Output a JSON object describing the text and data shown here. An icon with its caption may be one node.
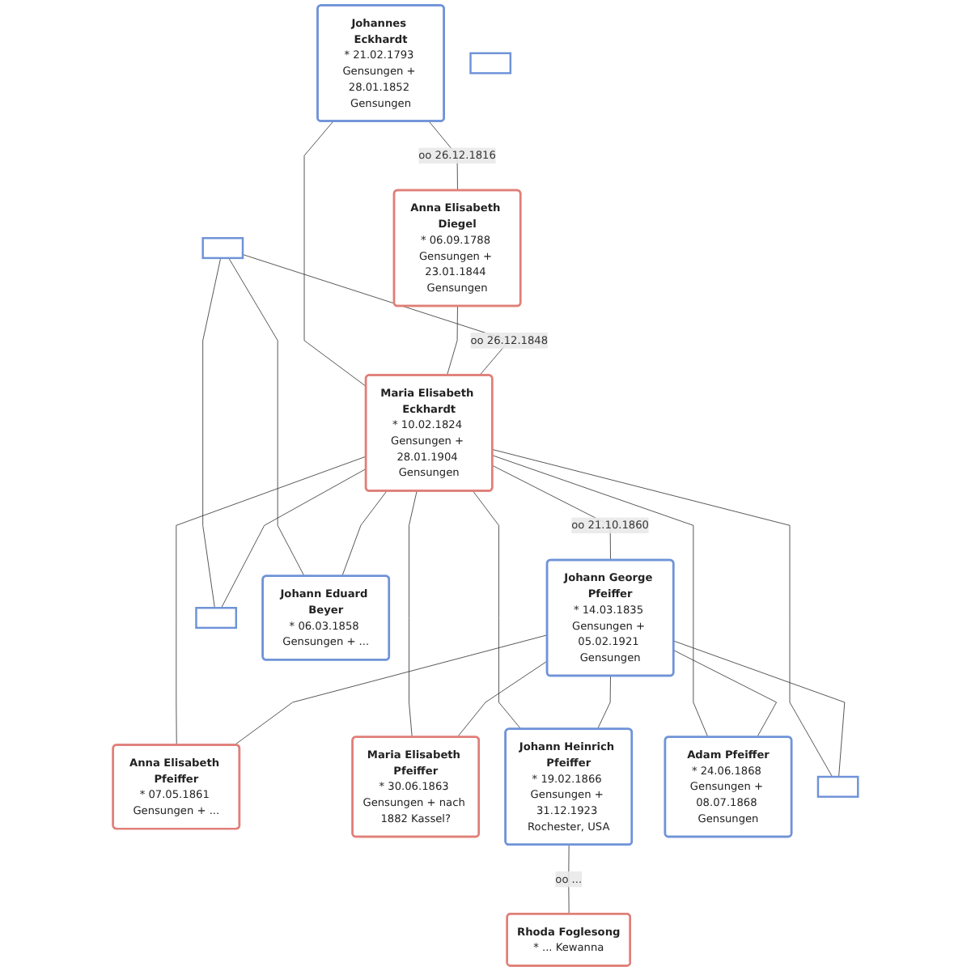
{
  "diagram": {
    "nodes": [
      {
        "text": [
          "Johannes Eckhardt",
          "* 21.02.1793 Gensungen + 28.01.1852 Gensungen"
        ]
      },
      {
        "text": [
          "Anna Elisabeth Diegel",
          "* 06.09.1788 Gensungen + 23.01.1844 Gensungen"
        ]
      },
      {
        "text": [],
        "shape": "box"
      },
      {
        "text": [
          "Maria Elisabeth Eckhardt",
          "* 10.02.1824 Gensungen + 28.01.1904 Gensungen"
        ]
      },
      {
        "text": [
          "Johann George Pfeiffer",
          "* 14.03.1835 Gensungen + 05.02.1921 Gensungen"
        ]
      },
      {
        "text": [],
        "shape": "box"
      },
      {
        "text": [],
        "shape": "box"
      },
      {
        "text": [
          "Johann Eduard Beyer",
          "* 06.03.1858 Gensungen + ..."
        ]
      },
      {
        "text": [
          "Anna Elisabeth Pfeiffer",
          "* 07.05.1861 Gensungen + ..."
        ]
      },
      {
        "text": [
          "Maria Elisabeth Pfeiffer",
          "* 30.06.1863 Gensungen + nach 1882 Kassel?"
        ]
      },
      {
        "text": [
          "Johann Heinrich Pfeiffer",
          "* 19.02.1866 Gensungen + 31.12.1923 Rochester, USA"
        ]
      },
      {
        "text": [
          "Rhoda Foglesong",
          "* ... Kewanna"
        ]
      },
      {
        "text": [
          "Adam Pfeiffer",
          "* 24.06.1868 Gensungen + 08.07.1868 Gensungen"
        ]
      },
      {
        "text": [],
        "shape": "box"
      }
    ],
    "edges": [
      {
        "from": 0,
        "to": 1,
        "arrow": "none",
        "label": "oo 26.12.1816"
      },
      {
        "from": 0,
        "to": 3,
        "arrow": "none"
      },
      {
        "from": 1,
        "to": 3,
        "arrow": "none"
      },
      {
        "from": 2,
        "to": 3,
        "arrow": "none",
        "label": "oo 26.12.1848"
      },
      {
        "from": 2,
        "to": 6,
        "arrow": "none"
      },
      {
        "from": 3,
        "to": 6,
        "arrow": "none"
      },
      {
        "from": 2,
        "to": 7,
        "arrow": "none"
      },
      {
        "from": 3,
        "to": 7,
        "arrow": "none"
      },
      {
        "from": 3,
        "to": 4,
        "arrow": "none",
        "label": "oo 21.10.1860"
      },
      {
        "from": 3,
        "to": 8,
        "arrow": "none"
      },
      {
        "from": 4,
        "to": 8,
        "arrow": "none"
      },
      {
        "from": 3,
        "to": 9,
        "arrow": "none"
      },
      {
        "from": 4,
        "to": 9,
        "arrow": "none"
      },
      {
        "from": 3,
        "to": 10,
        "arrow": "none"
      },
      {
        "from": 4,
        "to": 10,
        "arrow": "none"
      },
      {
        "from": 3,
        "to": 12,
        "arrow": "none"
      },
      {
        "from": 4,
        "to": 12,
        "arrow": "none"
      },
      {
        "from": 3,
        "to": 13,
        "arrow": "none"
      },
      {
        "from": 4,
        "to": 13,
        "arrow": "none"
      },
      {
        "from": 10,
        "to": 11,
        "arrow": "none",
        "label": "oo ..."
      }
    ]
  }
}
